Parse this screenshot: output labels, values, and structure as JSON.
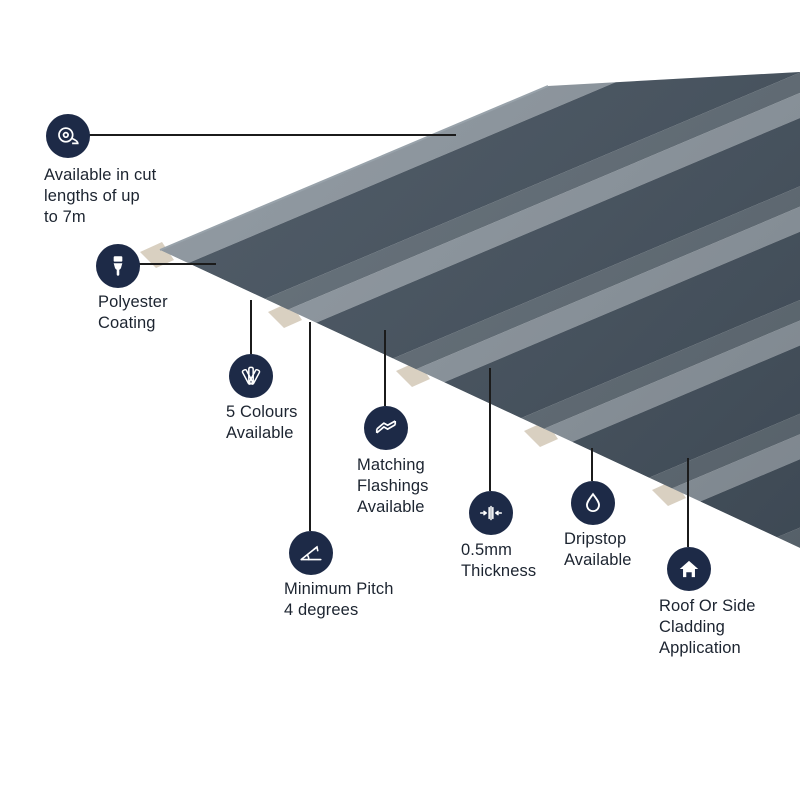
{
  "figure": {
    "title": "Box profile roofing sheet product features",
    "colors": {
      "icon_background": "#1d2a47",
      "sheet_dark": "#414e5b",
      "sheet_mid": "#5d6973",
      "sheet_light": "#8a949d",
      "sheet_cut_edge": "#d9d0c1",
      "text": "#1c2430",
      "connector_line": "#1b1b1b"
    }
  },
  "callouts": [
    {
      "icon": "tape-measure-icon",
      "label": "Available in cut\nlengths of up\nto 7m"
    },
    {
      "icon": "paintbrush-icon",
      "label": "Polyester\nCoating"
    },
    {
      "icon": "colour-fan-icon",
      "label": "5 Colours\nAvailable"
    },
    {
      "icon": "flashing-icon",
      "label": "Matching\nFlashings\nAvailable"
    },
    {
      "icon": "minimum-pitch-icon",
      "label": "Minimum Pitch\n4 degrees"
    },
    {
      "icon": "thickness-icon",
      "label": "0.5mm\nThickness"
    },
    {
      "icon": "dripstop-icon",
      "label": "Dripstop\nAvailable"
    },
    {
      "icon": "house-cladding-icon",
      "label": "Roof Or Side\nCladding\nApplication"
    }
  ]
}
